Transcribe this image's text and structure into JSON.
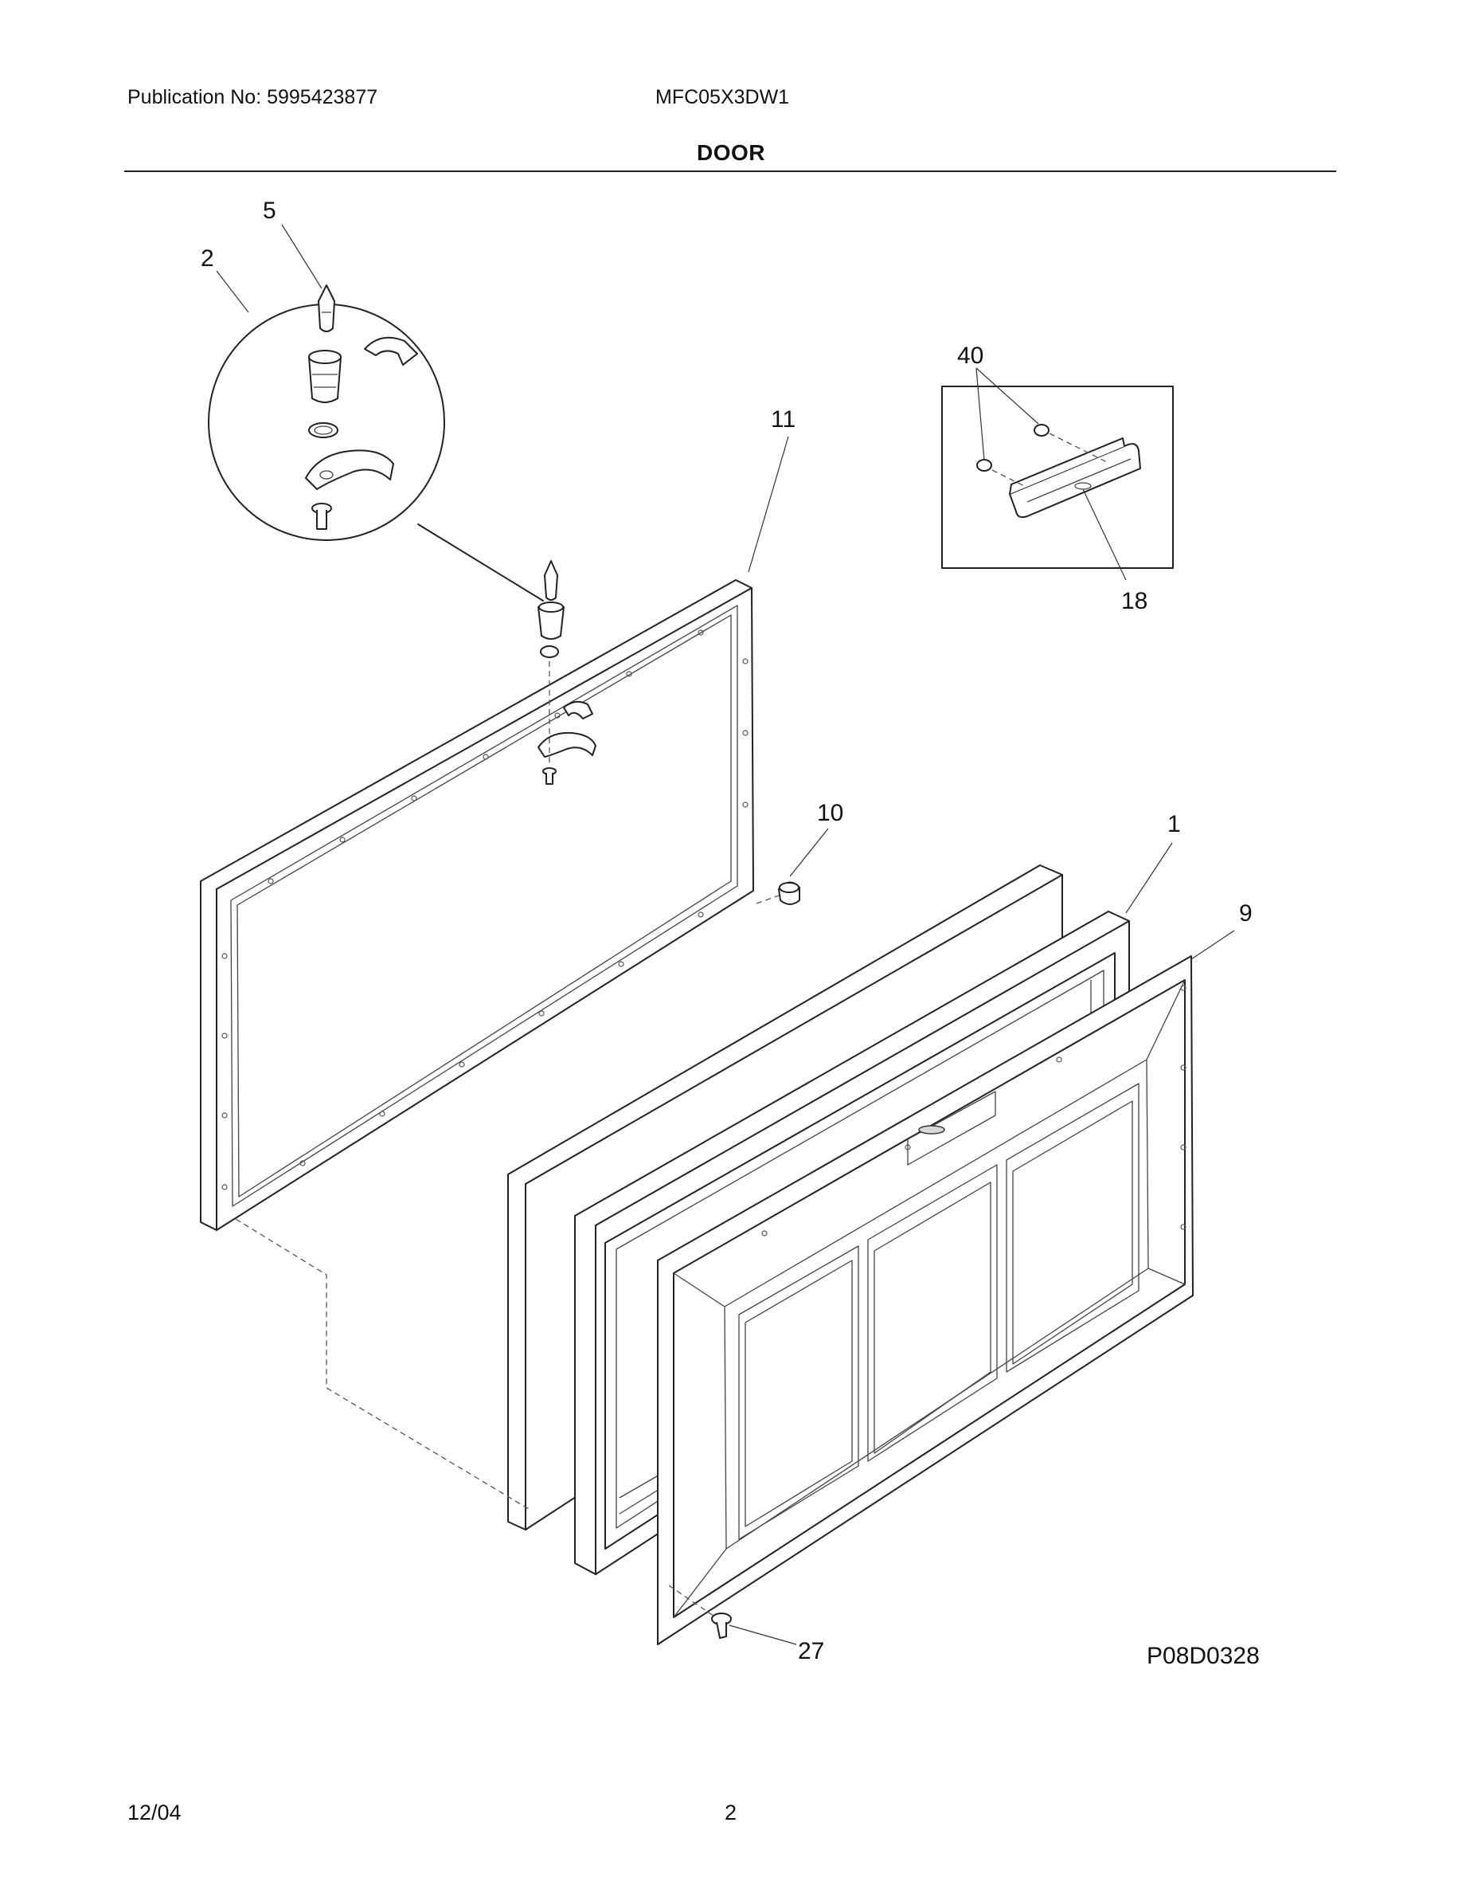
{
  "header": {
    "publication": "Publication No: 5995423877",
    "model": "MFC05X3DW1",
    "section_title": "DOOR"
  },
  "callouts": {
    "c1": "1",
    "c2": "2",
    "c5": "5",
    "c9": "9",
    "c10": "10",
    "c11": "11",
    "c18": "18",
    "c27": "27",
    "c40": "40"
  },
  "figure_code": "P08D0328",
  "footer": {
    "date": "12/04",
    "page": "2"
  }
}
